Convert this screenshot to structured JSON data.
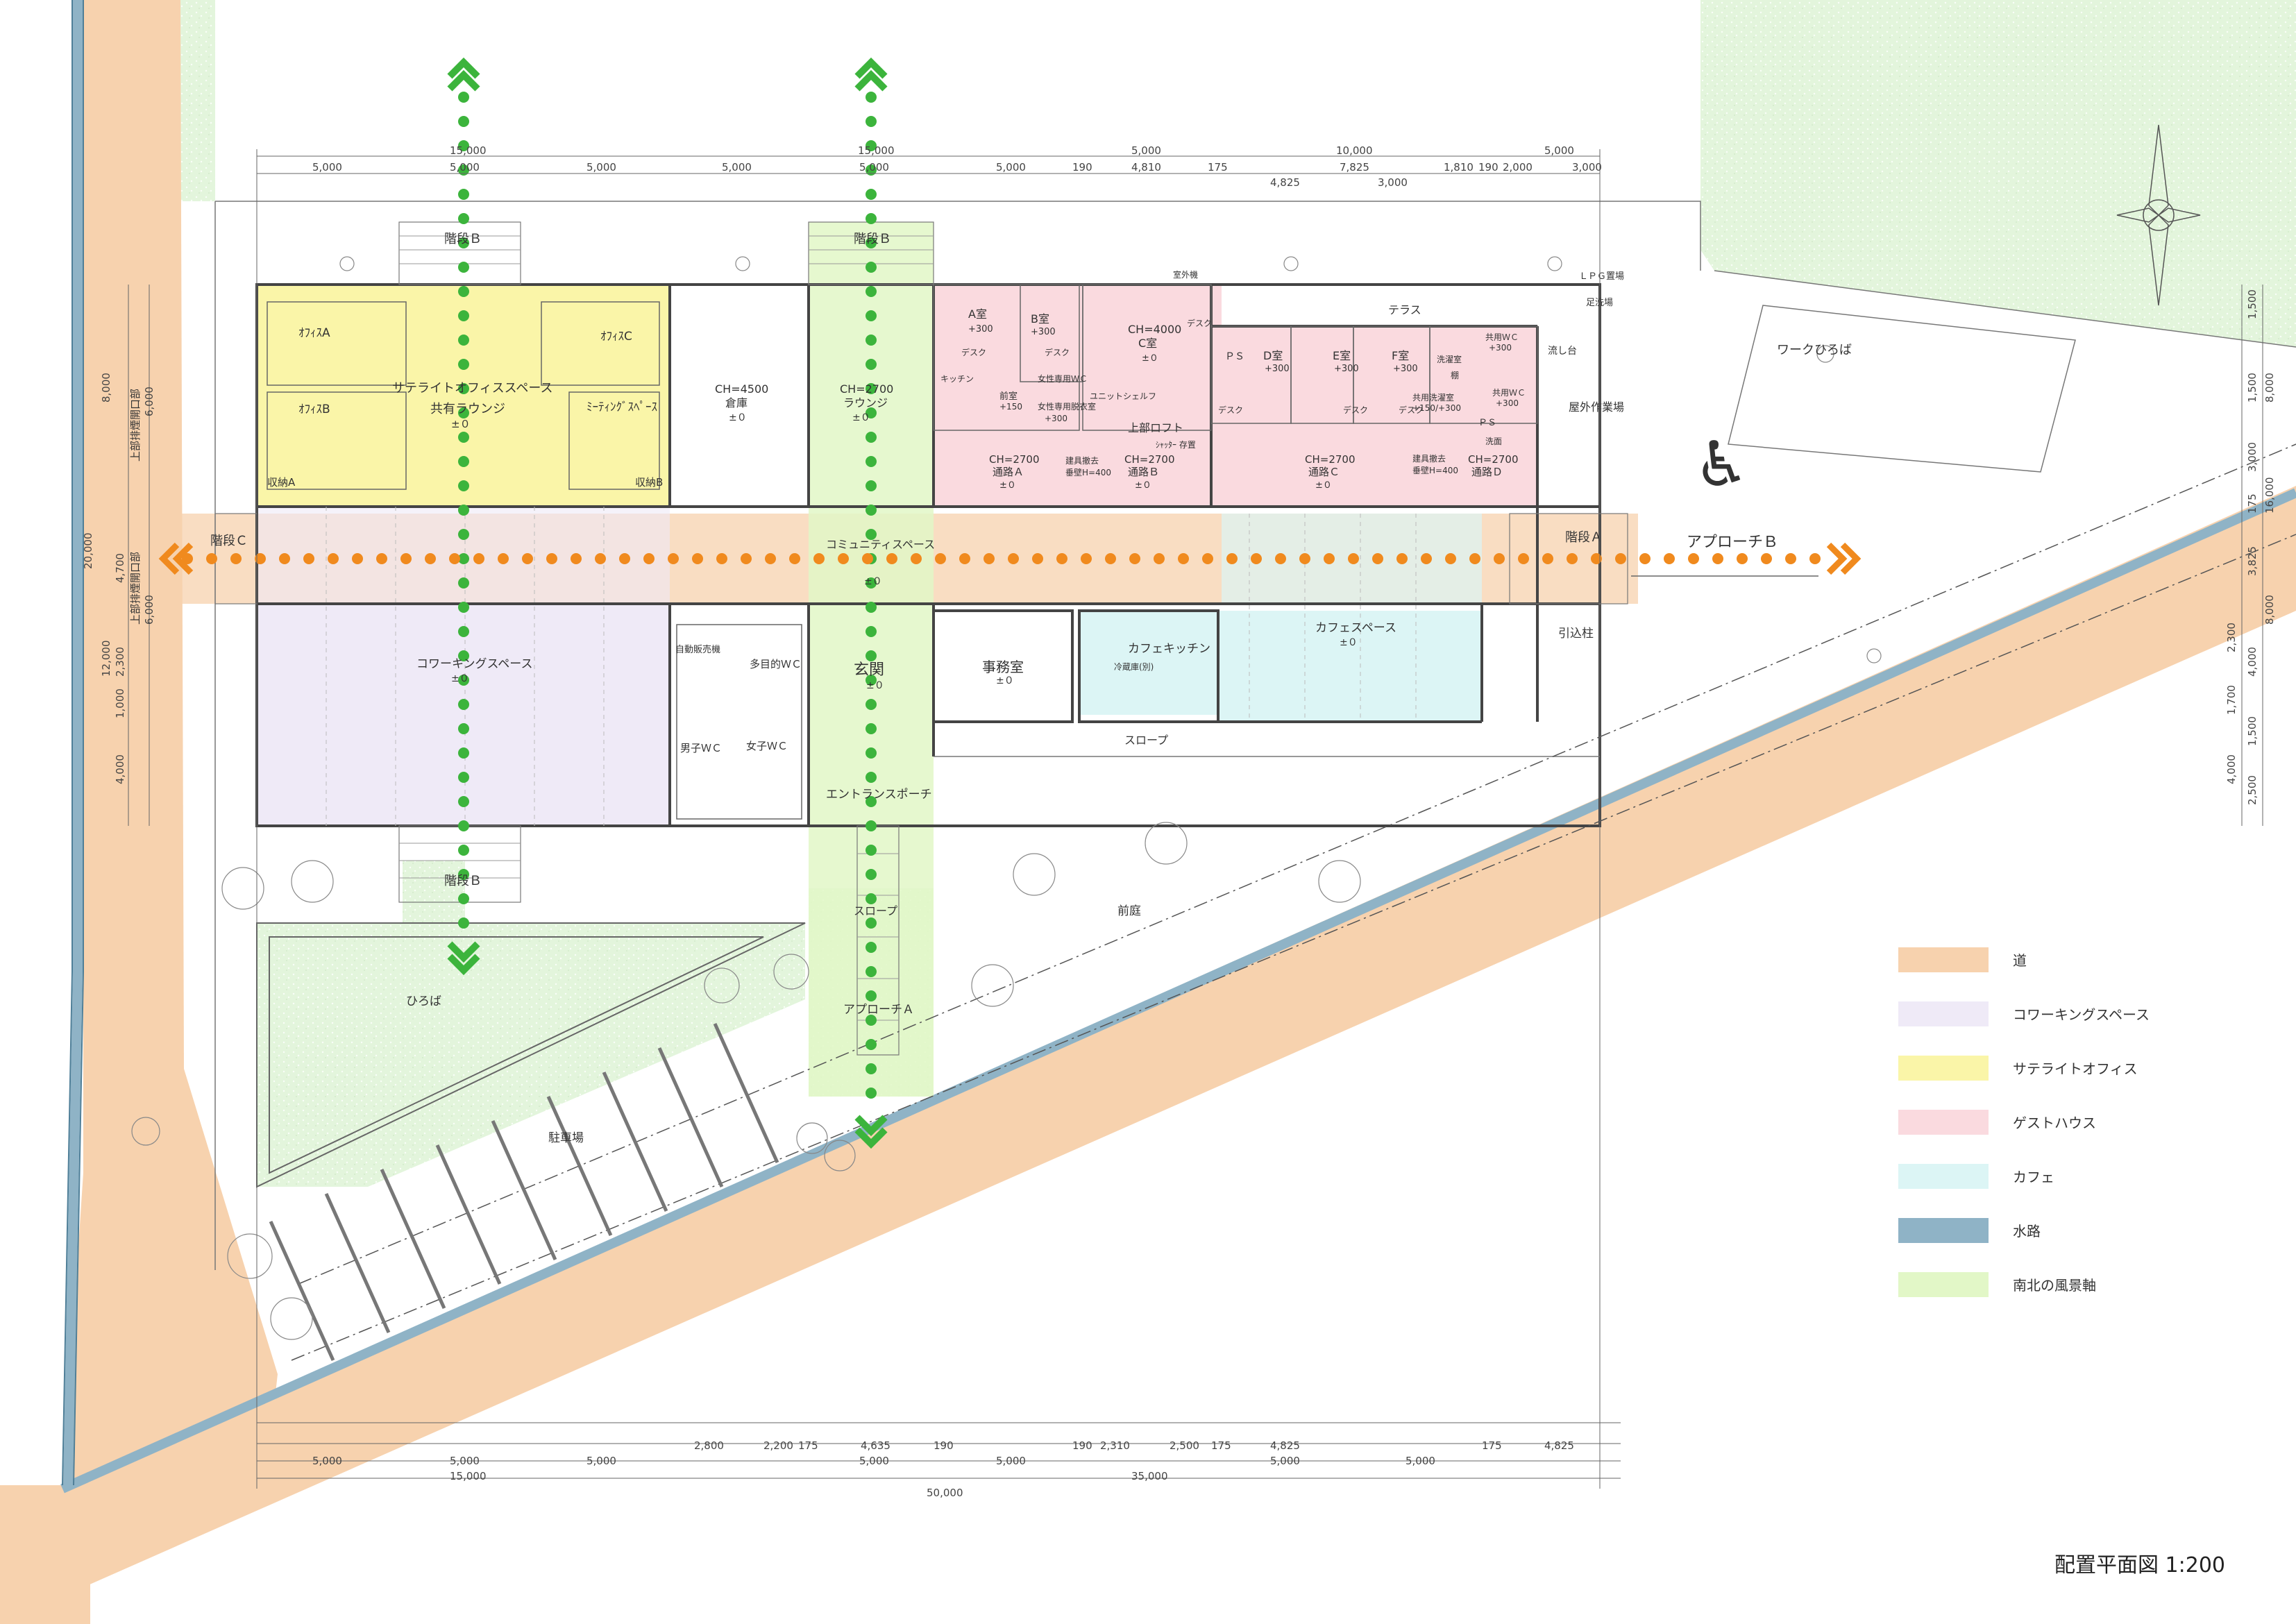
{
  "title": "配置平面図  1:200",
  "colors": {
    "road": "#f7d2ae",
    "coworking": "#efeaf7",
    "satellite": "#faf5a8",
    "guesthouse": "#fadadf",
    "cafe": "#dcf5f5",
    "water": "#8fb3c6",
    "axis": "#e2f7c7",
    "grass": "#e3f5dc",
    "axis_arrow": "#3cb43c",
    "path_dots": "#f08a1e"
  },
  "legend": [
    {
      "label": "道",
      "color": "#f7d2ae"
    },
    {
      "label": "コワーキングスペース",
      "color": "#efeaf7"
    },
    {
      "label": "サテライトオフィス",
      "color": "#faf5a8"
    },
    {
      "label": "ゲストハウス",
      "color": "#fadadf"
    },
    {
      "label": "カフェ",
      "color": "#dcf5f5"
    },
    {
      "label": "水路",
      "color": "#8fb3c6"
    },
    {
      "label": "南北の風景軸",
      "color": "#e2f7c7"
    }
  ],
  "rooms": {
    "stair_b_top": "階段Ｂ",
    "stair_b_top2": "階段Ｂ",
    "stair_b_bottom": "階段Ｂ",
    "stair_c": "階段Ｃ",
    "stair_a": "階段Ａ",
    "office_a": "ｵﾌｨｽA",
    "office_b": "ｵﾌｨｽB",
    "office_c": "ｵﾌｨｽC",
    "meeting": "ﾐｰﾃｨﾝｸﾞｽﾍﾟｰｽ",
    "satellite_office": "サテライトオフィススペース",
    "shared_lounge": "共有ラウンジ",
    "shared_lounge_level": "±０",
    "storage_a": "収納A",
    "storage_b": "収納B",
    "warehouse_ch": "CH=4500",
    "warehouse": "倉庫",
    "warehouse_level": "±０",
    "lounge_ch": "CH=2700",
    "lounge": "ラウンジ",
    "lounge_level": "±０",
    "room_a": "A室",
    "room_a_level": "+300",
    "room_b": "B室",
    "room_b_level": "+300",
    "room_c_ch": "CH=4000",
    "room_c": "C室",
    "room_c_level": "±０",
    "room_d": "D室",
    "room_d_level": "+300",
    "room_e": "E室",
    "room_e_level": "+300",
    "room_f": "F室",
    "room_f_level": "+300",
    "ps1": "ＰＳ",
    "ps2": "ＰＳ",
    "desk1": "デスク",
    "desk2": "デスク",
    "desk3": "デスク",
    "desk4": "デスク",
    "desk5": "デスク",
    "desk6": "デスク",
    "kitchen": "キッチン",
    "front_room": "前室",
    "front_room_level": "+150",
    "womens_wc": "女性専用ＷＣ",
    "womens_changing": "女性専用脱衣室",
    "womens_changing_level": "+300",
    "unit_shelf": "ユニットシェルフ",
    "upper_loft": "上部ロフト",
    "shutter_storage": "ｼｬｯﾀｰ 存置",
    "corridor_a_ch": "CH=2700",
    "corridor_a": "通路Ａ",
    "corridor_a_level": "±０",
    "corridor_b_ch": "CH=2700",
    "corridor_b": "通路Ｂ",
    "corridor_b_level": "±０",
    "corridor_c_ch": "CH=2700",
    "corridor_c": "通路Ｃ",
    "corridor_c_level": "±０",
    "corridor_d_ch": "CH=2700",
    "corridor_d": "通路Ｄ",
    "fitting_removed_1": "建具撤去",
    "fitting_removed_1b": "垂壁H=400",
    "fitting_removed_2": "建具撤去",
    "fitting_removed_2b": "垂壁H=400",
    "shared_wc1": "共用ＷＣ",
    "shared_wc1_level": "+300",
    "shared_wc2": "共用ＷＣ",
    "shared_wc2_level": "+300",
    "shared_laundry": "共用洗濯室",
    "shared_laundry_level": "+150/+300",
    "washroom": "洗面",
    "laundry_room": "洗濯室",
    "sink": "流し台",
    "shelf": "棚",
    "terrace": "テラス",
    "lpg": "ＬＰＧ置場",
    "foot_wash": "足洗場",
    "work_plaza": "ワークひろば",
    "outdoor_work": "屋外作業場",
    "community_space": "コミュニティスペース",
    "community_level": "±０",
    "approach_b": "アプローチＢ",
    "coworking": "コワーキングスペース",
    "coworking_level": "±０",
    "vending": "自動販売機",
    "multi_wc": "多目的ＷＣ",
    "mens_wc": "男子ＷＣ",
    "womens_wc2": "女子ＷＣ",
    "entrance": "玄関",
    "entrance_level": "±０",
    "office": "事務室",
    "office_level": "±０",
    "cafe_kitchen": "カフェキッチン",
    "fridge": "冷蔵庫(別)",
    "cafe_space": "カフェスペース",
    "cafe_level": "±０",
    "service_pole": "引込柱",
    "slope_east": "スロープ",
    "entrance_porch": "エントランスポーチ",
    "slope": "スロープ",
    "approach_a": "アプローチＡ",
    "front_garden": "前庭",
    "plaza": "ひろば",
    "parking": "駐車場",
    "outdoor_unit": "室外機",
    "upper_drain_1": "上部排煙開口部",
    "upper_drain_2": "上部排煙開口部"
  },
  "dims_top": {
    "row1": [
      "15,000",
      "15,000",
      "5,000",
      "10,000",
      "5,000"
    ],
    "row2": [
      "5,000",
      "5,000",
      "5,000",
      "5,000",
      "5,000",
      "5,000",
      "190",
      "4,810",
      "175",
      "4,825",
      "7,825",
      "3,000",
      "1,810",
      "190",
      "2,000",
      "3,000"
    ],
    "row2b": [
      "3,000"
    ]
  },
  "dims_bottom": {
    "row1": [
      "2,800",
      "2,200",
      "175",
      "4,635",
      "190",
      "190",
      "2,310",
      "2,500",
      "175",
      "4,825",
      "175",
      "4,825"
    ],
    "row2": [
      "5,000",
      "5,000",
      "5,000",
      "5,000",
      "5,000",
      "5,000",
      "5,000"
    ],
    "row3": [
      "15,000",
      "35,000"
    ],
    "row4": [
      "50,000"
    ]
  },
  "dims_left": [
    "8,000",
    "6,000",
    "20,000",
    "4,700",
    "6,000",
    "12,000",
    "2,300",
    "1,000",
    "4,000"
  ],
  "dims_right": [
    "1,500",
    "1,500",
    "8,000",
    "3,000",
    "175",
    "16,000",
    "3,825",
    "8,000",
    "2,300",
    "4,000",
    "1,700",
    "1,500",
    "4,000",
    "2,500"
  ]
}
